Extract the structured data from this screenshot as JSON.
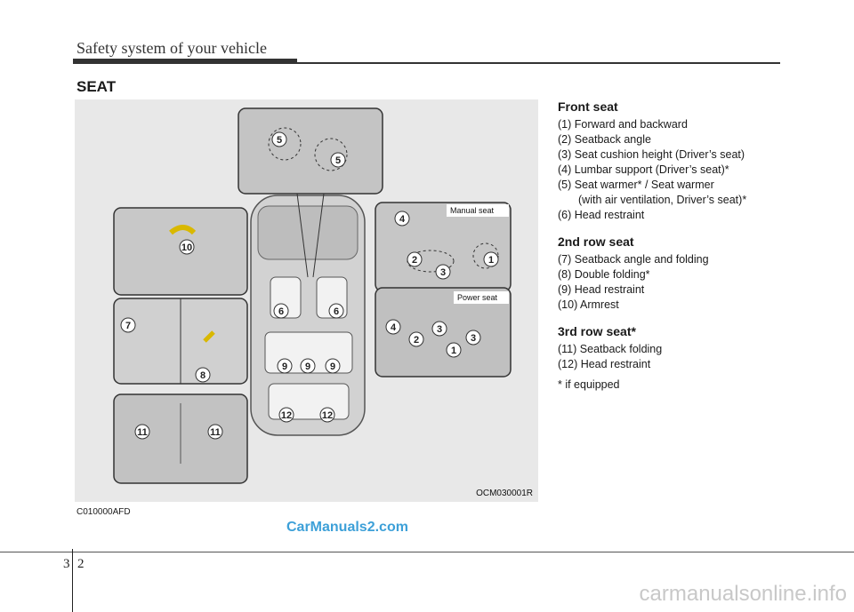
{
  "header": {
    "title": "Safety system of your vehicle"
  },
  "section": {
    "title": "SEAT"
  },
  "figure": {
    "caption": "OCM030001R",
    "code": "C010000AFD",
    "manual_seat_label": "Manual seat",
    "power_seat_label": "Power seat",
    "callouts": {
      "n1": "1",
      "n2": "2",
      "n3": "3",
      "n4": "4",
      "n5": "5",
      "n6": "6",
      "n7": "7",
      "n8": "8",
      "n9": "9",
      "n10": "10",
      "n11": "11",
      "n12": "12"
    }
  },
  "front_seat": {
    "heading": "Front seat",
    "items": [
      "(1) Forward and backward",
      "(2) Seatback angle",
      "(3) Seat cushion height (Driver’s seat)",
      "(4) Lumbar support (Driver’s seat)*",
      "(5) Seat warmer* / Seat warmer",
      "(with air ventilation, Driver’s seat)*",
      "(6) Head restraint"
    ]
  },
  "second_row": {
    "heading": "2nd row seat",
    "items": [
      "(7) Seatback angle and folding",
      "(8) Double folding*",
      "(9) Head restraint",
      "(10) Armrest"
    ]
  },
  "third_row": {
    "heading": "3rd row seat*",
    "items": [
      "(11) Seatback folding",
      "(12) Head restraint"
    ]
  },
  "note": "* if equipped",
  "footer": {
    "page_chapter": "3",
    "page_number": "2",
    "watermark_top": "CarManuals2.com",
    "watermark_bottom": "carmanualsonline.info"
  }
}
